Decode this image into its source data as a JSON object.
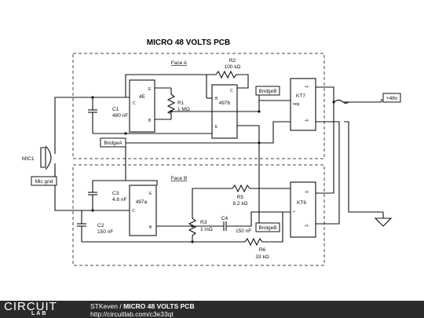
{
  "title": "MICRO 48 VOLTS PCB",
  "faces": {
    "a": "Face A",
    "b": "Face B"
  },
  "components": {
    "c1": {
      "name": "C1",
      "value": "480 nF"
    },
    "c2": {
      "name": "C2",
      "value": "150 nF"
    },
    "c3": {
      "name": "C3",
      "value": "4.8 nF"
    },
    "c4": {
      "name": "C4",
      "value": "150 nF"
    },
    "r1": {
      "name": "R1",
      "value": "1 MΩ"
    },
    "r2": {
      "name": "R2",
      "value": "100 kΩ"
    },
    "r3": {
      "name": "R3",
      "value": "1 mΩ"
    },
    "r5": {
      "name": "R5",
      "value": "8.2 kΩ"
    },
    "r6": {
      "name": "R6",
      "value": "33 kΩ"
    },
    "q4e": "4E",
    "q497b": "497b",
    "q497a": "497a",
    "kt7": "KT7",
    "kt6": "KT6",
    "mic": "MIC1"
  },
  "pins": {
    "b": "B",
    "c": "C",
    "e": "E",
    "neg": "neg",
    "plus": "+",
    "plus_i": "+/-"
  },
  "flags": {
    "bridge_a": "BridgeA",
    "bridge_b_top": "BridgeB",
    "bridge_b_bottom": "BridgeB",
    "mic_gnd": "Mic gnd",
    "plus48": "+48v"
  },
  "footer": {
    "logo_top": "CIRCUIT",
    "logo_bottom": "LAB",
    "author": "STKeven",
    "separator": " / ",
    "schematic_title": "MICRO 48 VOLTS PCB",
    "url": "http://circuitlab.com/c3e33qt"
  }
}
